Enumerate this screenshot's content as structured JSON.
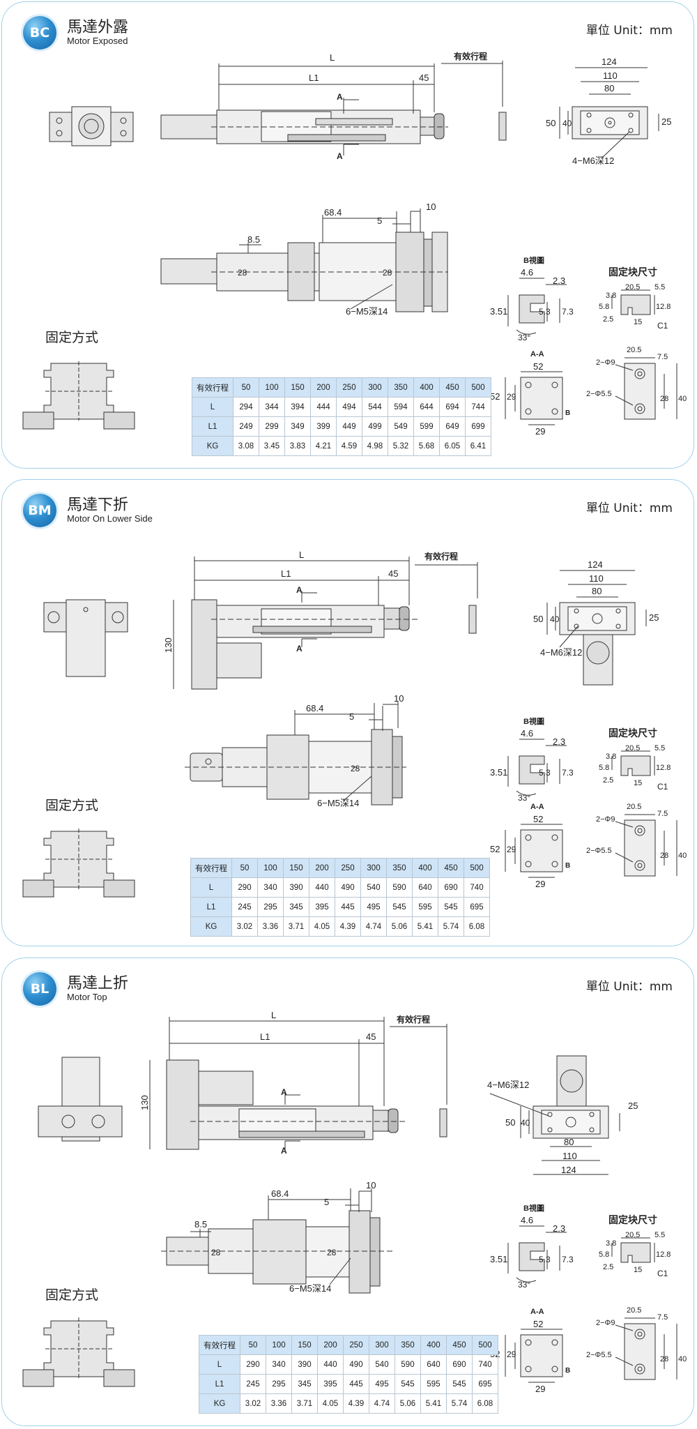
{
  "sections": [
    {
      "code": "BC",
      "title_zh": "馬達外露",
      "title_en": "Motor Exposed",
      "unit": "單位 Unit：mm",
      "mount_label": "固定方式",
      "rows": [
        {
          "label": "有效行程",
          "values": [
            "50",
            "100",
            "150",
            "200",
            "250",
            "300",
            "350",
            "400",
            "450",
            "500"
          ]
        },
        {
          "label": "L",
          "values": [
            "294",
            "344",
            "394",
            "444",
            "494",
            "544",
            "594",
            "644",
            "694",
            "744"
          ]
        },
        {
          "label": "L1",
          "values": [
            "249",
            "299",
            "349",
            "399",
            "449",
            "499",
            "549",
            "599",
            "649",
            "699"
          ]
        },
        {
          "label": "KG",
          "values": [
            "3.08",
            "3.45",
            "3.83",
            "4.21",
            "4.59",
            "4.98",
            "5.32",
            "5.68",
            "6.05",
            "6.41"
          ]
        }
      ]
    },
    {
      "code": "BM",
      "title_zh": "馬達下折",
      "title_en": "Motor On Lower Side",
      "unit": "單位 Unit：mm",
      "mount_label": "固定方式",
      "rows": [
        {
          "label": "有效行程",
          "values": [
            "50",
            "100",
            "150",
            "200",
            "250",
            "300",
            "350",
            "400",
            "450",
            "500"
          ]
        },
        {
          "label": "L",
          "values": [
            "290",
            "340",
            "390",
            "440",
            "490",
            "540",
            "590",
            "640",
            "690",
            "740"
          ]
        },
        {
          "label": "L1",
          "values": [
            "245",
            "295",
            "345",
            "395",
            "445",
            "495",
            "545",
            "595",
            "545",
            "695"
          ]
        },
        {
          "label": "KG",
          "values": [
            "3.02",
            "3.36",
            "3.71",
            "4.05",
            "4.39",
            "4.74",
            "5.06",
            "5.41",
            "5.74",
            "6.08"
          ]
        }
      ]
    },
    {
      "code": "BL",
      "title_zh": "馬達上折",
      "title_en": "Motor Top",
      "unit": "單位 Unit：mm",
      "mount_label": "固定方式",
      "rows": [
        {
          "label": "有效行程",
          "values": [
            "50",
            "100",
            "150",
            "200",
            "250",
            "300",
            "350",
            "400",
            "450",
            "500"
          ]
        },
        {
          "label": "L",
          "values": [
            "290",
            "340",
            "390",
            "440",
            "490",
            "540",
            "590",
            "640",
            "690",
            "740"
          ]
        },
        {
          "label": "L1",
          "values": [
            "245",
            "295",
            "345",
            "395",
            "445",
            "495",
            "545",
            "595",
            "545",
            "695"
          ]
        },
        {
          "label": "KG",
          "values": [
            "3.02",
            "3.36",
            "3.71",
            "4.05",
            "4.39",
            "4.74",
            "5.06",
            "5.41",
            "5.74",
            "6.08"
          ]
        }
      ]
    }
  ],
  "labels": {
    "L": "L",
    "L1": "L1",
    "d45": "45",
    "stroke": "有效行程",
    "d124": "124",
    "d110": "110",
    "d80": "80",
    "d50": "50",
    "d40": "40",
    "d25": "25",
    "m6": "4−M6深12",
    "m5": "6−M5深14",
    "d68_4": "68.4",
    "d10": "10",
    "d5": "5",
    "d8_5": "8.5",
    "d28": "28",
    "d130": "130",
    "sec_a": "A",
    "aa": "A-A",
    "b_view": "B視圖",
    "d52": "52",
    "d29": "29",
    "b": "B",
    "d4_6": "4.6",
    "d2_3": "2.3",
    "d3_51": "3.51",
    "d5_3": "5.3",
    "d7_3": "7.3",
    "d33": "33°",
    "block_title": "固定块尺寸",
    "d20_5": "20.5",
    "d5_5": "5.5",
    "d3_8": "3.8",
    "d5_8": "5.8",
    "d12_8": "12.8",
    "d2_5": "2.5",
    "d15": "15",
    "c1": "C1",
    "d7_5": "7.5",
    "phi9": "2−Φ9",
    "phi5_5": "2−Φ5.5"
  },
  "colors": {
    "border": "#9fd0ea",
    "badge": "#2f8fd0",
    "table_header": "#cfe4f6",
    "part_fill": "#e6e6e6"
  }
}
